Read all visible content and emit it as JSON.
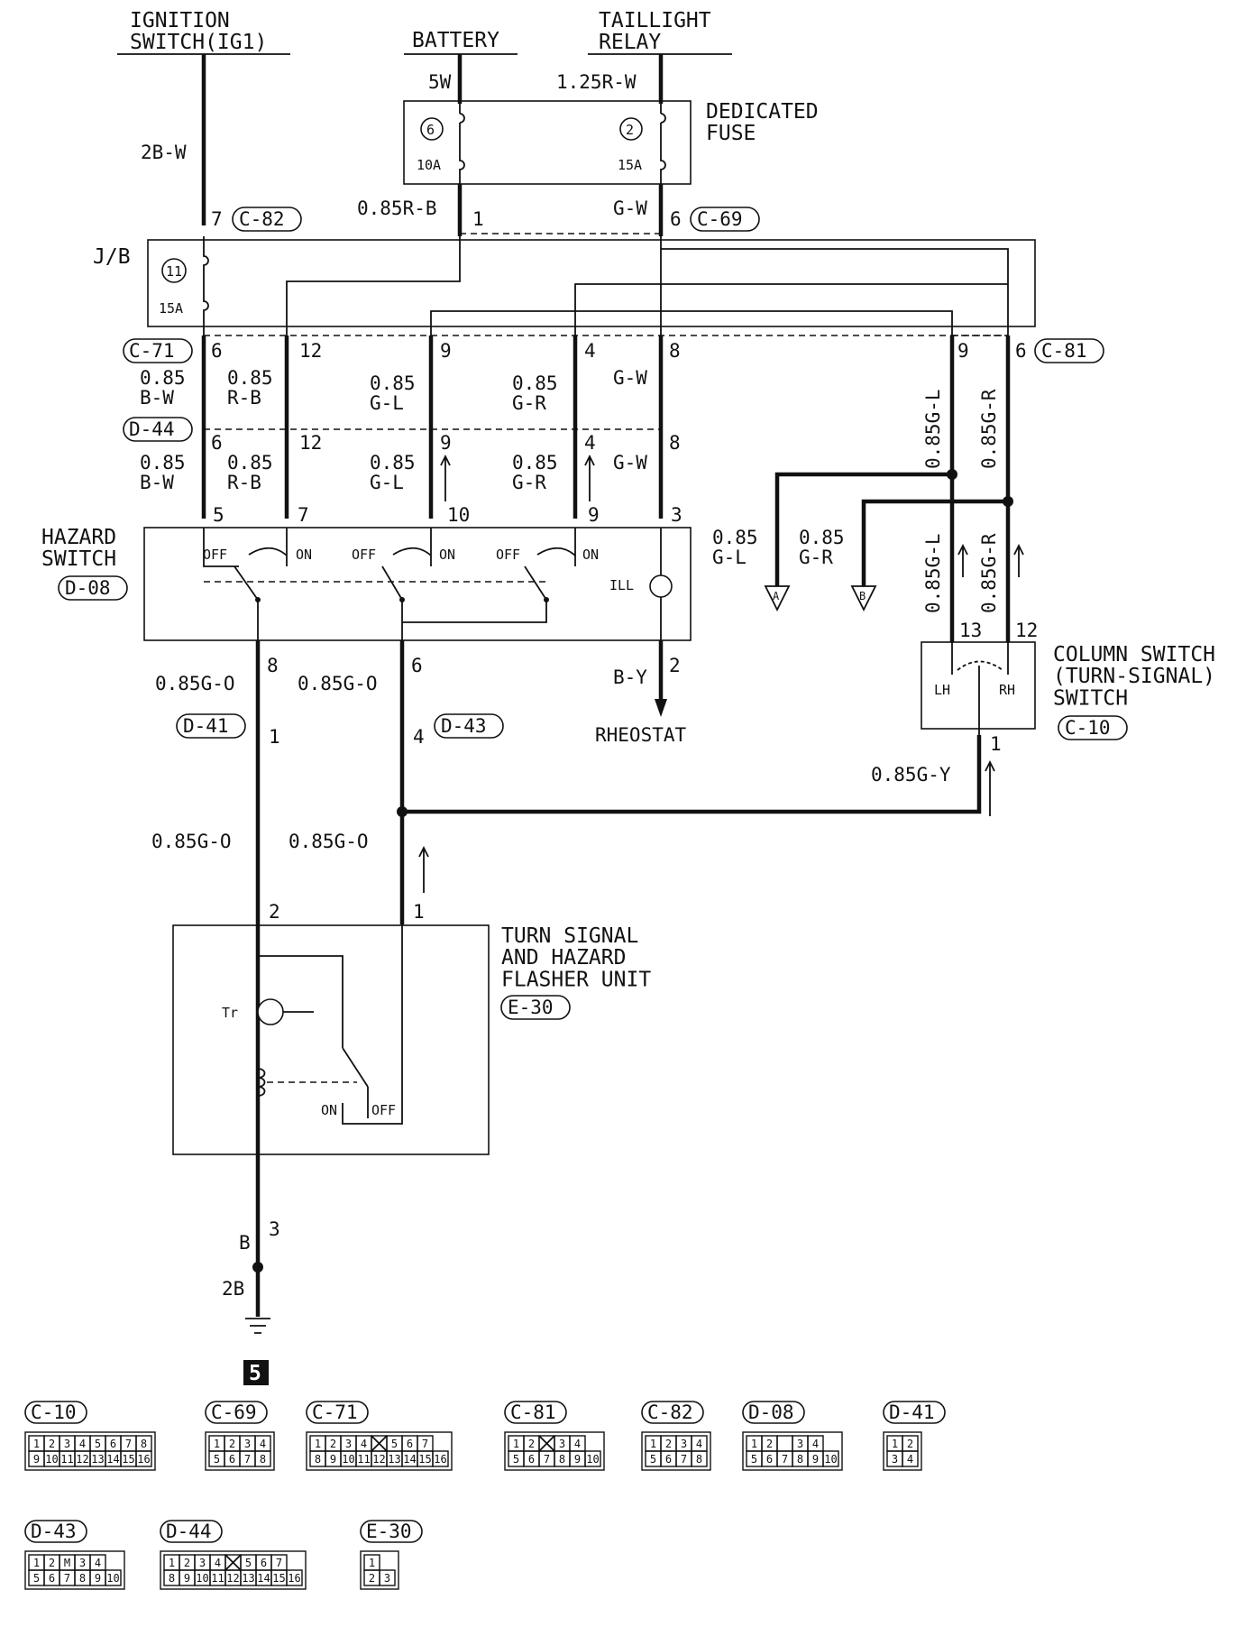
{
  "sources": {
    "ignition": "IGNITION\nSWITCH(IG1)",
    "battery": "BATTERY",
    "taillight": "TAILLIGHT\nRELAY"
  },
  "wires": {
    "ign": "2B-W",
    "batt": "5W",
    "tail": "1.25R-W",
    "fuse_out_left": "0.85R-B",
    "fuse_out_right": "G-W",
    "c71_1": "0.85\nB-W",
    "c71_2": "0.85\nR-B",
    "c71_3": "0.85\nG-L",
    "c71_4": "0.85\nG-R",
    "c71_5": "G-W",
    "d44_1": "0.85\nB-W",
    "d44_2": "0.85\nR-B",
    "d44_3": "0.85\nG-L",
    "d44_4": "0.85\nG-R",
    "d44_5": "G-W",
    "c81_left": "0.85G-L",
    "c81_right": "0.85G-R",
    "col_left": "0.85G-L",
    "col_right": "0.85G-R",
    "arrow_a_wire": "0.85\nG-L",
    "arrow_b_wire": "0.85\nG-R",
    "haz_out_left": "0.85G-O",
    "haz_out_right": "0.85G-O",
    "rheo": "B-Y",
    "col_out": "0.85G-Y",
    "flasher_in_left": "0.85G-O",
    "flasher_in_right": "0.85G-O",
    "ground1": "B",
    "ground2": "2B"
  },
  "components": {
    "dedicated_fuse": "DEDICATED\nFUSE",
    "fuse_left_no": "6",
    "fuse_left_amp": "10A",
    "fuse_right_no": "2",
    "fuse_right_amp": "15A",
    "jb": "J/B",
    "jb_fuse_no": "11",
    "jb_fuse_amp": "15A",
    "hazard": "HAZARD\nSWITCH",
    "hazard_conn": "D-08",
    "ill": "ILL",
    "rheostat": "RHEOSTAT",
    "column": "COLUMN SWITCH\n(TURN-SIGNAL)\nSWITCH",
    "column_conn": "C-10",
    "lh": "LH",
    "rh": "RH",
    "flasher": "TURN SIGNAL\nAND HAZARD\nFLASHER UNIT",
    "flasher_conn": "E-30",
    "tr": "Tr",
    "on": "ON",
    "off": "OFF",
    "ground_no": "5",
    "arrow_a": "A",
    "arrow_b": "B"
  },
  "connectors": {
    "c82": "C-82",
    "c69": "C-69",
    "c71": "C-71",
    "c81": "C-81",
    "d44": "D-44",
    "d41": "D-41",
    "d43": "D-43"
  },
  "pins": {
    "c82_pin": "7",
    "fuse_left_pin": "1",
    "c69_pin": "6",
    "c71": [
      "6",
      "12",
      "9",
      "4",
      "8"
    ],
    "d44": [
      "6",
      "12",
      "9",
      "4",
      "8"
    ],
    "haz_top": [
      "5",
      "7",
      "10",
      "9",
      "3"
    ],
    "c81": [
      "9",
      "6"
    ],
    "col_in": [
      "13",
      "12"
    ],
    "col_out": "1",
    "haz_bottom": [
      "8",
      "6",
      "2"
    ],
    "d41_pin": "1",
    "d43_pin": "4",
    "flasher_top": [
      "2",
      "1"
    ],
    "flasher_bottom": "3"
  },
  "legend": [
    {
      "name": "C-10",
      "rows": [
        [
          "1",
          "2",
          "3",
          "4",
          "5",
          "6",
          "7",
          "8"
        ],
        [
          "9",
          "10",
          "11",
          "12",
          "13",
          "14",
          "15",
          "16"
        ]
      ]
    },
    {
      "name": "C-69",
      "rows": [
        [
          "1",
          "2",
          "3",
          "4"
        ],
        [
          "5",
          "6",
          "7",
          "8"
        ]
      ]
    },
    {
      "name": "C-71",
      "rows": [
        [
          "1",
          "2",
          "3",
          "4",
          "X",
          "5",
          "6",
          "7"
        ],
        [
          "8",
          "9",
          "10",
          "11",
          "12",
          "13",
          "14",
          "15",
          "16"
        ]
      ]
    },
    {
      "name": "C-81",
      "rows": [
        [
          "1",
          "2",
          "X",
          "3",
          "4"
        ],
        [
          "5",
          "6",
          "7",
          "8",
          "9",
          "10"
        ]
      ]
    },
    {
      "name": "C-82",
      "rows": [
        [
          "1",
          "2",
          "3",
          "4"
        ],
        [
          "5",
          "6",
          "7",
          "8"
        ]
      ]
    },
    {
      "name": "D-08",
      "rows": [
        [
          "1",
          "2",
          "",
          "3",
          "4"
        ],
        [
          "5",
          "6",
          "7",
          "8",
          "9",
          "10"
        ]
      ]
    },
    {
      "name": "D-41",
      "rows": [
        [
          "1",
          "2"
        ],
        [
          "3",
          "4"
        ]
      ]
    },
    {
      "name": "D-43",
      "rows": [
        [
          "1",
          "2",
          "M",
          "3",
          "4"
        ],
        [
          "5",
          "6",
          "7",
          "8",
          "9",
          "10"
        ]
      ]
    },
    {
      "name": "D-44",
      "rows": [
        [
          "1",
          "2",
          "3",
          "4",
          "X",
          "5",
          "6",
          "7"
        ],
        [
          "8",
          "9",
          "10",
          "11",
          "12",
          "13",
          "14",
          "15",
          "16"
        ]
      ]
    },
    {
      "name": "E-30",
      "rows": [
        [
          "1"
        ],
        [
          "2",
          "3"
        ]
      ]
    }
  ]
}
